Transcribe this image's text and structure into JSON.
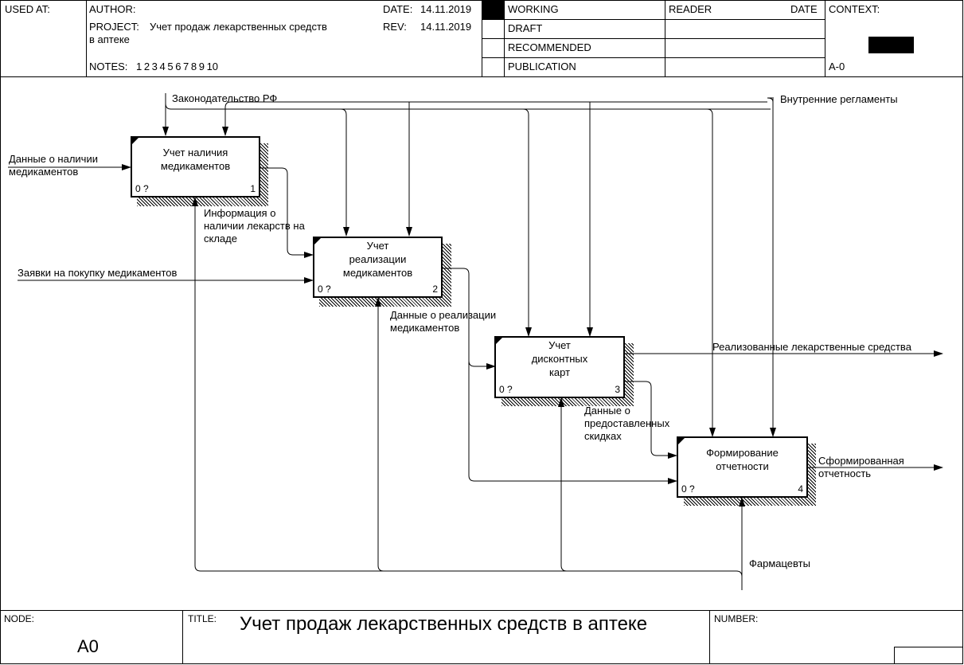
{
  "header": {
    "used_at_label": "USED AT:",
    "author_label": "AUTHOR:",
    "project_label": "PROJECT:",
    "project_name": "Учет продаж лекарственных средств\nв аптеке",
    "date_label": "DATE:",
    "date_value": "14.11.2019",
    "rev_label": "REV:",
    "rev_value": "14.11.2019",
    "notes_label": "NOTES:",
    "notes_values": "1  2  3  4  5  6  7  8  9  10",
    "status": [
      "WORKING",
      "DRAFT",
      "RECOMMENDED",
      "PUBLICATION"
    ],
    "reader_label": "READER",
    "reader_date_label": "DATE",
    "context_label": "CONTEXT:",
    "context_node": "A-0"
  },
  "activities": [
    {
      "title": "Учет наличия\nмедикаментов",
      "cost": "0 ?",
      "number": "1"
    },
    {
      "title": "Учет\nреализации\nмедикаментов",
      "cost": "0 ?",
      "number": "2"
    },
    {
      "title": "Учет\nдисконтных\nкарт",
      "cost": "0 ?",
      "number": "3"
    },
    {
      "title": "Формирование\nотчетности",
      "cost": "0 ?",
      "number": "4"
    }
  ],
  "arrows": {
    "control_law": "Законодательство РФ",
    "control_internal": "Внутренние регламенты",
    "input_stock": "Данные о наличии\nмедикаментов",
    "input_orders": "Заявки на покупку медикаментов",
    "stock_info": "Информация о\nналичии лекарств на\nскладе",
    "sales_data": "Данные о реализации\nмедикаментов",
    "output_sold": "Реализованные лекарственные средства",
    "discount_data": "Данные о\nпредоставленных\nскидках",
    "output_report": "Сформированная\nотчетность",
    "mechanism": "Фармацевты"
  },
  "footer": {
    "node_label": "NODE:",
    "node_value": "A0",
    "title_label": "TITLE:",
    "title_value": "Учет продаж лекарственных средств  в аптеке",
    "number_label": "NUMBER:"
  }
}
